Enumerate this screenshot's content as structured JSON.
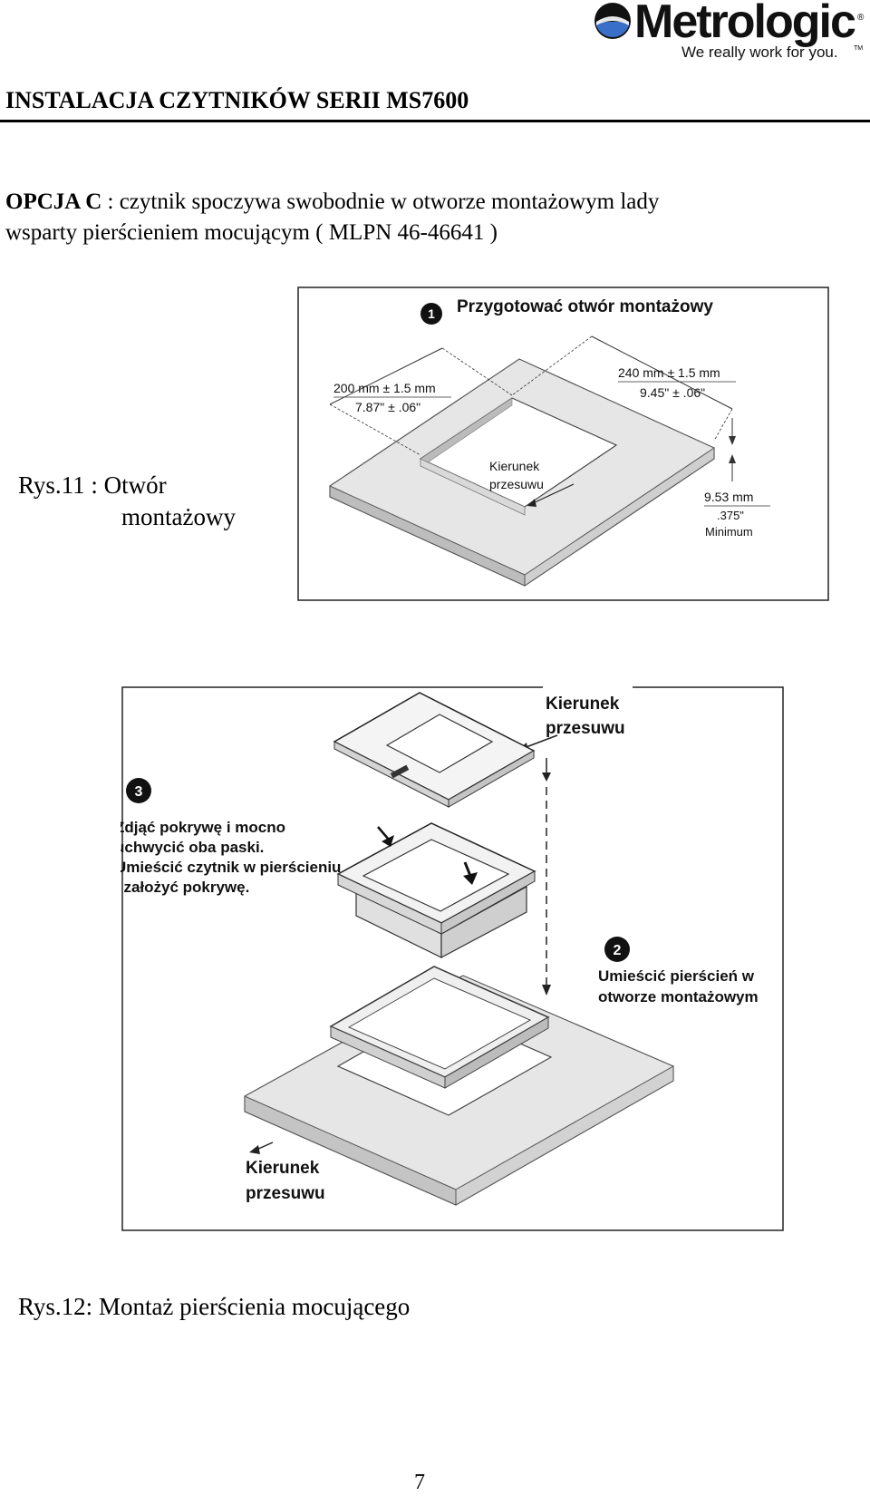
{
  "logo": {
    "wordmark": "Metrologic",
    "registered": "®",
    "tagline": "We really work for you.",
    "trademark": "TM",
    "colors": {
      "blue": "#3a6fc9",
      "black": "#111111"
    }
  },
  "header": {
    "title": "INSTALACJA CZYTNIKÓW SERII MS7600"
  },
  "intro": {
    "option_label": "OPCJA C",
    "line1": " : czytnik spoczywa swobodnie w otworze montażowym lady",
    "line2": "wsparty pierścieniem mocującym  ( MLPN 46-46641 )"
  },
  "figure11": {
    "step_number": "1",
    "step_title": "Przygotować otwór montażowy",
    "dim_width_mm": "200 mm ± 1.5 mm",
    "dim_width_in": "7.87\" ± .06\"",
    "dim_length_mm": "240 mm ± 1.5 mm",
    "dim_length_in": "9.45\" ± .06\"",
    "direction_line1": "Kierunek",
    "direction_line2": "przesuwu",
    "thickness_mm": "9.53 mm",
    "thickness_in": ".375\"",
    "thickness_note": "Minimum",
    "caption_line1": "Rys.11 : Otwór",
    "caption_line2": "montażowy"
  },
  "figure12": {
    "direction_top_line1": "Kierunek",
    "direction_top_line2": "przesuwu",
    "step3_number": "3",
    "step3_lines": [
      "Zdjąć pokrywę i mocno",
      "uchwycić oba paski.",
      "Umieścić czytnik w pierścieniu",
      "i założyć pokrywę."
    ],
    "step2_number": "2",
    "step2_lines": [
      "Umieścić pierścień w",
      "otworze montażowym"
    ],
    "direction_bottom_line1": "Kierunek",
    "direction_bottom_line2": "przesuwu",
    "caption": "Rys.12: Montaż pierścienia mocującego"
  },
  "footer": {
    "page_number": "7"
  }
}
